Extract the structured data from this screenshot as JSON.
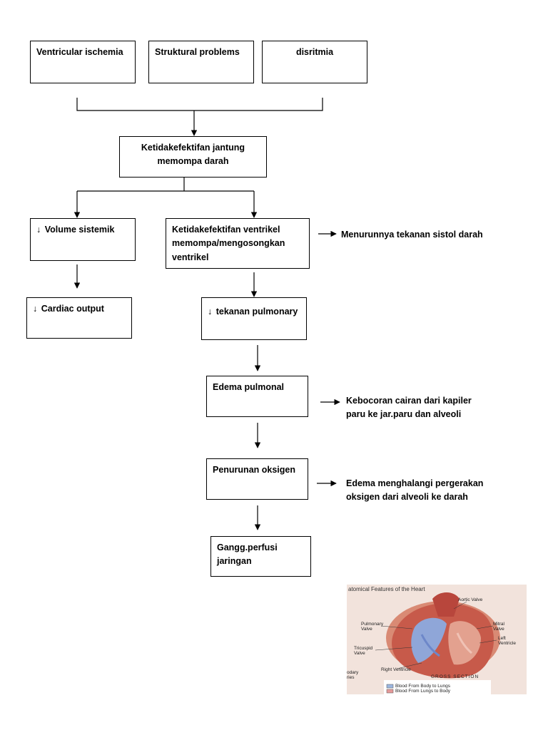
{
  "boxes": {
    "ventricular_ischemia": "Ventricular ischemia",
    "struktural_problems": "Struktural problems",
    "disritmia": "disritmia",
    "ketidakefektifan_jantung": "Ketidakefektifan jantung memompa darah",
    "volume_sistemik": "Volume sistemik",
    "ketidakefektifan_ventrikel": "Ketidakefektifan ventrikel memompa/mengosongkan ventrikel",
    "cardiac_output": "Cardiac output",
    "tekanan_pulmonary": "tekanan pulmonary",
    "edema_pulmonal": "Edema pulmonal",
    "penurunan_oksigen": "Penurunan oksigen",
    "gangg_perfusi": "Gangg.perfusi jaringan"
  },
  "notes": {
    "menurunnya_tekanan": "Menurunnya tekanan sistol darah",
    "kebocoran_cairan": "Kebocoran cairan dari kapiler paru ke jar.paru dan alveoli",
    "edema_menghalangi": "Edema menghalangi pergerakan oksigen dari alveoli ke darah"
  },
  "marks": {
    "decrease": "↓"
  },
  "heart_image": {
    "title": "atomical Features of the Heart",
    "labels": {
      "aortic_valve": "Aortic Valve",
      "pulmonary_valve": "Pulmonary Valve",
      "mitral_valve": "Mitral Valve",
      "left_ventricle": "Left Ventricle",
      "tricuspid_valve": "Tricuspid Valve",
      "right_ventricle": "Right Ventricle",
      "gross_section": "GROSS SECTION",
      "left_cut": "odary ries"
    },
    "legend": [
      {
        "label": "Blood From Body to Lungs",
        "color": "#9bb6e0"
      },
      {
        "label": "Blood From Lungs to Body",
        "color": "#e59a9a"
      }
    ]
  }
}
